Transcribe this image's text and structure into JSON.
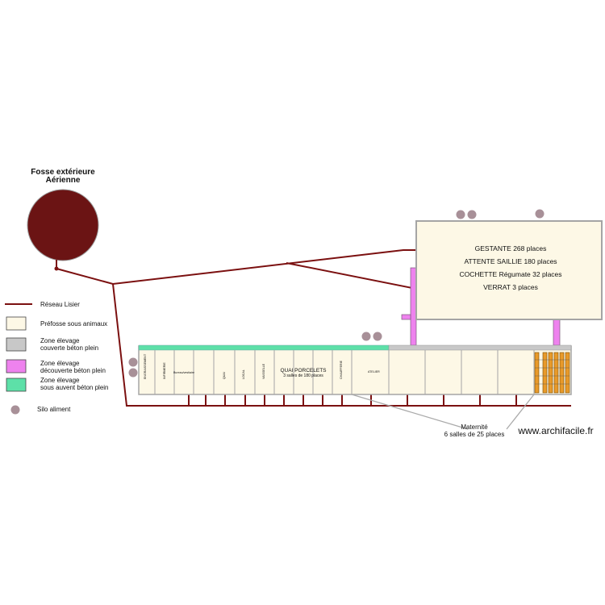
{
  "fosse": {
    "title_line1": "Fosse extérieure",
    "title_line2": "Aérienne"
  },
  "big_building": {
    "lines": [
      "GESTANTE 268 places",
      "ATTENTE SAILLIE 180 places",
      "COCHETTE Régumate 32 places",
      "VERRAT 3 places"
    ]
  },
  "post_sevrage": {
    "line1": "QUAI PORCELETS",
    "line2": "3 salles de 180 places",
    "small_labels": [
      "ENGRAISSEMENT",
      "INFIRMERIE",
      "Bureau/vestiaire",
      "QUAI",
      "LOCAL",
      "VAISSELLE",
      "CHAUFFERIE",
      "ATELIER"
    ]
  },
  "maternite": {
    "line1": "Maternité",
    "line2": "6 salles de 25 places"
  },
  "watermark": "www.archifacile.fr",
  "legend": {
    "items": [
      {
        "kind": "line",
        "color": "#7b1010",
        "label1": "Réseau Lisier",
        "label2": ""
      },
      {
        "kind": "rect",
        "color": "#fdf8e6",
        "label1": "Préfosse sous animaux",
        "label2": ""
      },
      {
        "kind": "rect",
        "color": "#c8c8c8",
        "label1": "Zone élevage",
        "label2": "couverte béton plein"
      },
      {
        "kind": "rect",
        "color": "#ee82ee",
        "label1": "Zone élevage",
        "label2": "découverte béton plein"
      },
      {
        "kind": "rect",
        "color": "#5de0a8",
        "label1": "Zone élevage",
        "label2": "sous auvent béton plein"
      },
      {
        "kind": "dot",
        "color": "#a89098",
        "label1": "Silo aliment",
        "label2": ""
      }
    ]
  },
  "colors": {
    "lisier": "#7b1010",
    "fosse": "#6b1414",
    "prefosse": "#fdf8e6",
    "couverte": "#c8c8c8",
    "decouverte": "#ee82ee",
    "auvent": "#5de0a8",
    "silo": "#a89098",
    "cases": "#e89a2a"
  }
}
